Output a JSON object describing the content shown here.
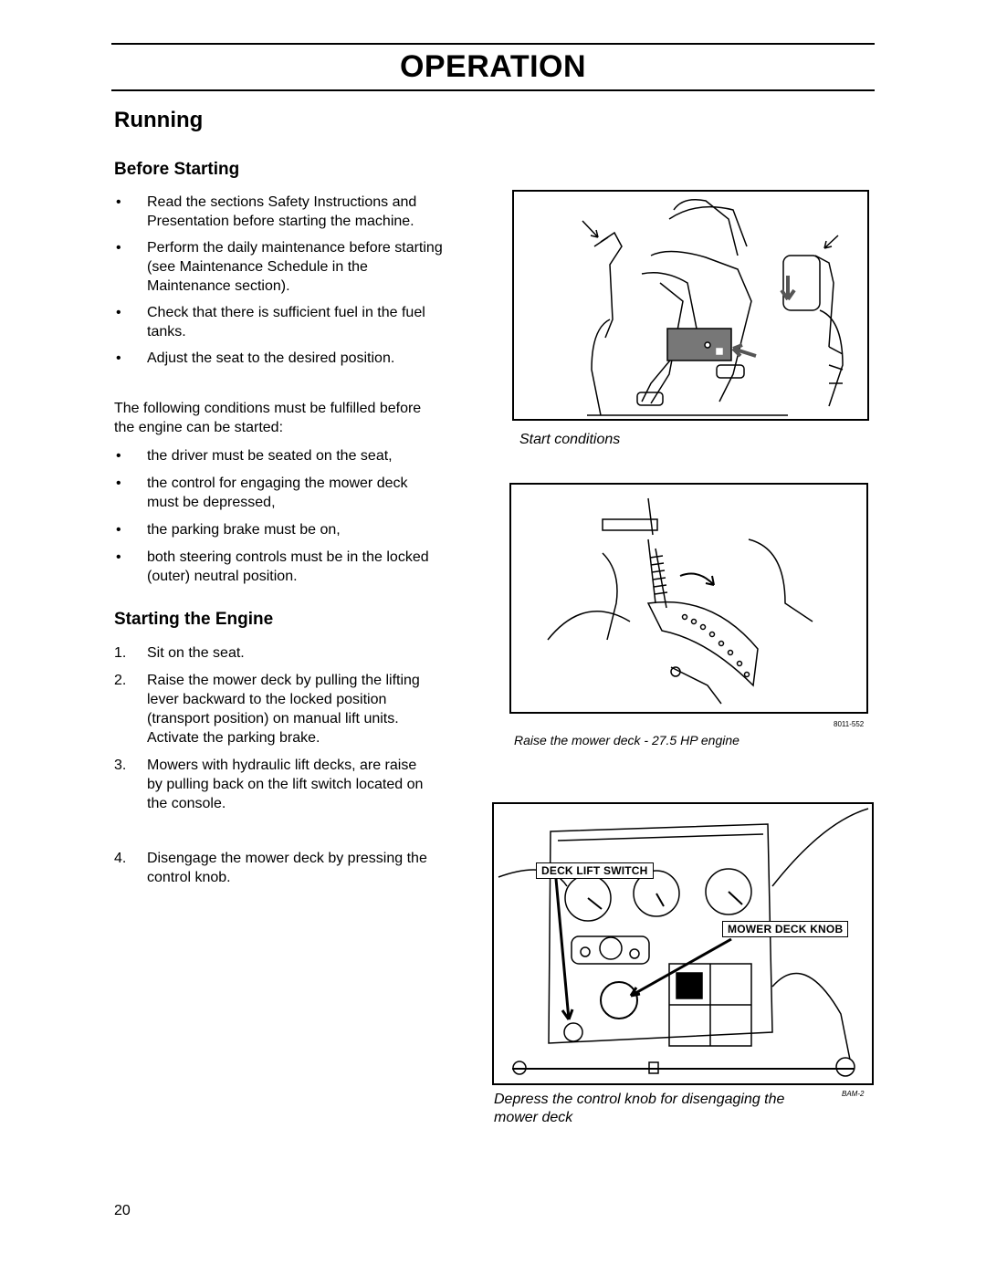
{
  "header": {
    "title": "OPERATION"
  },
  "section_title": "Running",
  "before_starting": {
    "heading": "Before Starting",
    "bullets": [
      "Read the sections Safety Instructions and Presentation before starting the machine.",
      "Perform the daily maintenance before starting (see Maintenance Schedule in the Maintenance section).",
      "Check that there is sufficient fuel in the fuel tanks.",
      "Adjust the seat to the desired position."
    ],
    "conditions_intro": "The following conditions must be fulfilled before the engine can be started:",
    "conditions": [
      "the driver must be seated on the seat,",
      "the control for engaging the mower deck must be depressed,",
      "the parking brake must be on,",
      "both steering controls must be in the locked (outer) neutral position."
    ]
  },
  "starting_engine": {
    "heading": "Starting the Engine",
    "steps": [
      {
        "num": "1.",
        "text": "Sit on the seat."
      },
      {
        "num": "2.",
        "text": "Raise the mower deck by pulling the lifting lever backward to the locked position (transport position) on manual lift units. Activate the parking brake."
      },
      {
        "num": "3.",
        "text": "Mowers with hydraulic lift decks, are raise by pulling back on the lift switch located on the console."
      },
      {
        "num": "4.",
        "text": "Disengage the mower deck by pressing the control knob."
      }
    ]
  },
  "figures": {
    "fig1": {
      "caption": "Start conditions"
    },
    "fig2": {
      "caption": "Raise the mower deck - 27.5 HP engine",
      "code": "8011-552"
    },
    "fig3": {
      "caption": "Depress the control knob for disengaging the mower deck",
      "code": "BAM-2",
      "label_deck_lift": "DECK LIFT SWITCH",
      "label_mower_knob": "MOWER DECK KNOB"
    }
  },
  "page_number": "20",
  "bullet_glyph": "•"
}
